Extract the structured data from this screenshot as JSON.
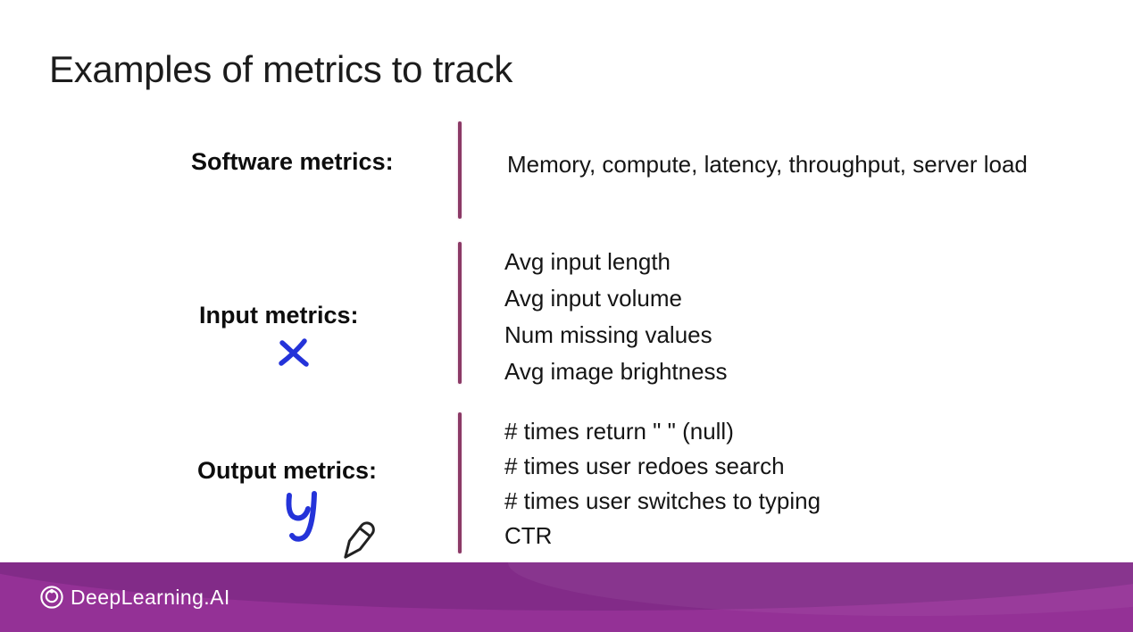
{
  "slide": {
    "title": "Examples of metrics to track"
  },
  "rows": [
    {
      "label": "Software metrics:",
      "items": [
        "Memory, compute, latency, throughput, server load"
      ]
    },
    {
      "label": "Input metrics:",
      "annotation": "x",
      "items": [
        "Avg input length",
        "Avg input volume",
        "Num missing values",
        "Avg image brightness"
      ]
    },
    {
      "label": "Output metrics:",
      "annotation": "y",
      "items": [
        "# times return \" \" (null)",
        "# times user redoes search",
        "# times user switches to typing",
        "CTR"
      ]
    }
  ],
  "footer": {
    "brand": "DeepLearning.AI"
  },
  "colors": {
    "divider": "#8b3a66",
    "footer_background": "#943196",
    "ink": "#2433d9",
    "text": "#151515"
  }
}
